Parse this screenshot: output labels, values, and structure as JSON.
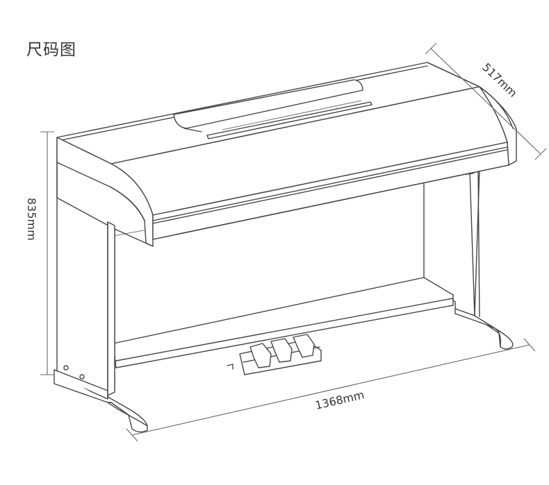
{
  "title": "尺码图",
  "dimensions": {
    "height": "835mm",
    "width": "1368mm",
    "depth": "517mm"
  },
  "colors": {
    "line": "#444444",
    "text": "#333333",
    "background": "#ffffff"
  }
}
